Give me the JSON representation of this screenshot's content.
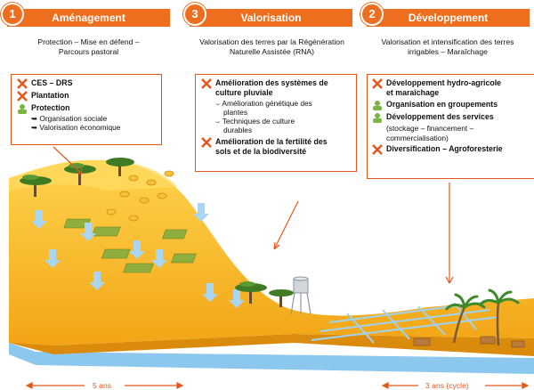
{
  "colors": {
    "accent": "#ee6e1f",
    "hill": "#f5b321",
    "water": "#7fbfea"
  },
  "col1": {
    "num": "1",
    "title": "Aménagement",
    "subtitle_l1": "Protection – Mise en défend –",
    "subtitle_l2": "Parcours pastoral",
    "items": {
      "a": "CES – DRS",
      "b": "Plantation",
      "c": "Protection"
    },
    "subs": {
      "a": "Organisation sociale",
      "b": "Valorisation économique"
    }
  },
  "col3": {
    "num": "3",
    "title": "Valorisation",
    "subtitle_l1": "Valorisation des terres par la Régénération",
    "subtitle_l2": "Naturelle Assistée (RNA)",
    "item1_l1": "Amélioration des systèmes de",
    "item1_l2": "culture pluviale",
    "sub1_l1": "Amélioration génétique des",
    "sub1_l2": "plantes",
    "sub2_l1": "Techniques de culture",
    "sub2_l2": "durables",
    "item2_l1": "Amélioration de la fertilité des",
    "item2_l2": "sols et de la biodiversité"
  },
  "col2": {
    "num": "2",
    "title": "Développement",
    "subtitle_l1": "Valorisation et intensification des terres",
    "subtitle_l2": "irrigables – Maraîchage",
    "item1_l1": "Développement hydro-agricole",
    "item1_l2": "et maraîchage",
    "item2": "Organisation en groupements",
    "item3": "Développement des services",
    "item3_note_l1": "(stockage – financement –",
    "item3_note_l2": "commercialisation)",
    "item4": "Diversification – Agroforesterie"
  },
  "timeline": {
    "left": "5 ans",
    "right": "3 ans (cycle)"
  }
}
